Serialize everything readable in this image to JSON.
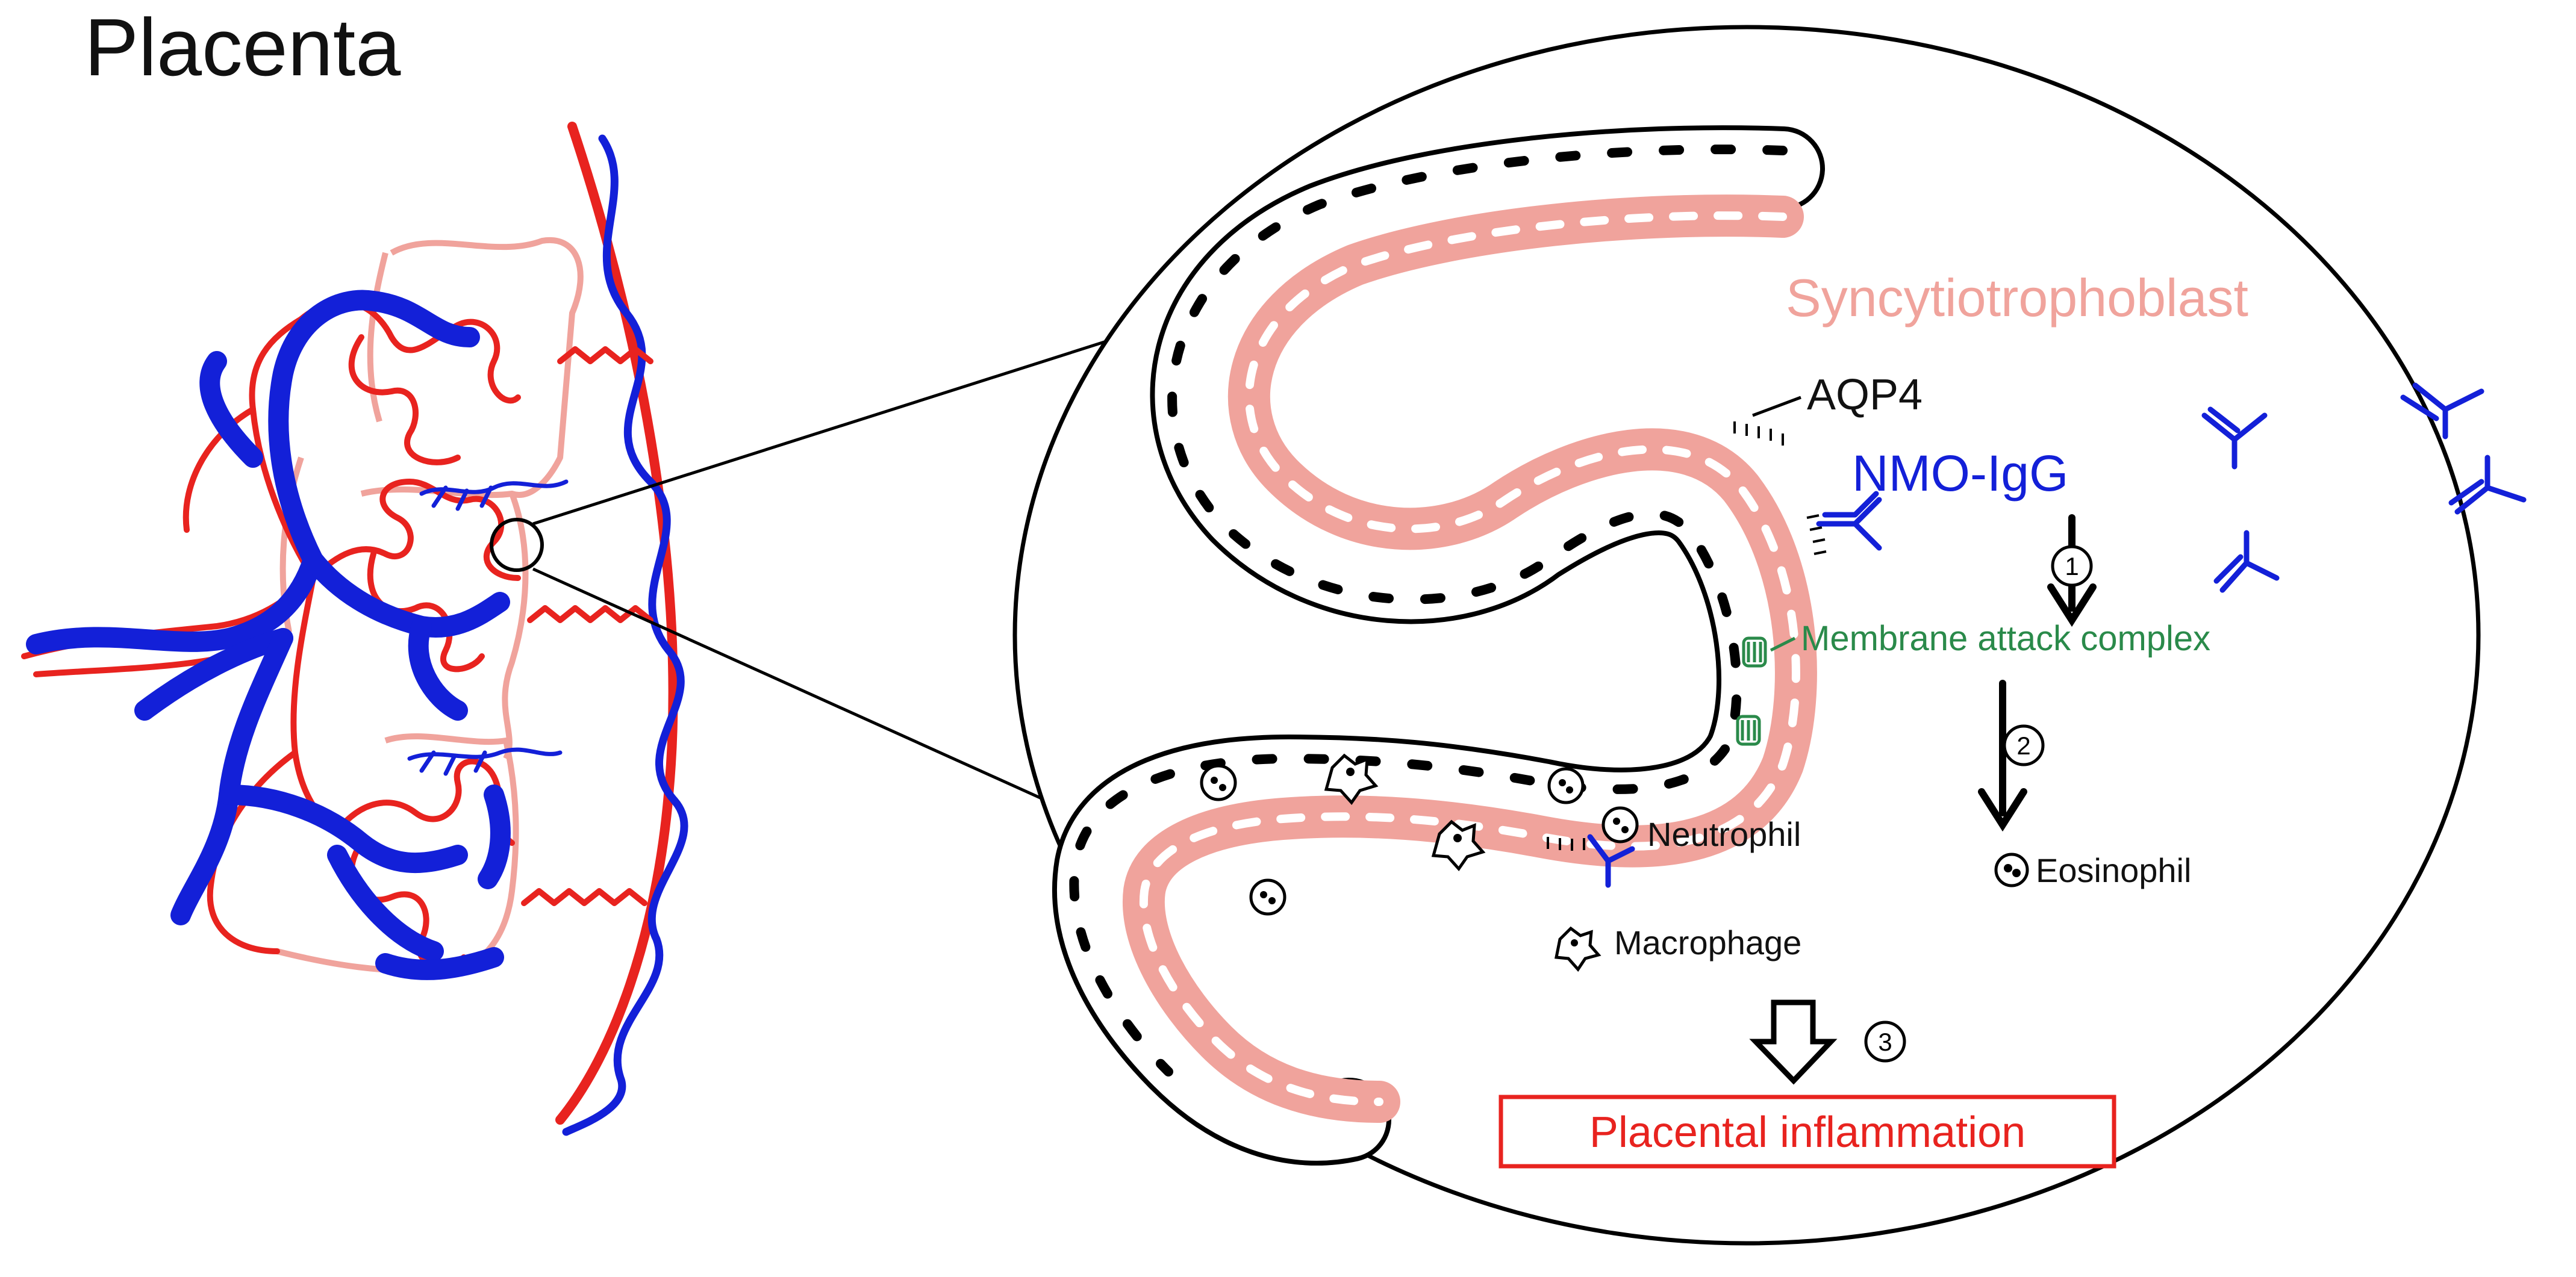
{
  "title": "Placenta",
  "labels": {
    "syncytiotrophoblast": "Syncytiotrophoblast",
    "aqp4": "AQP4",
    "nmo_igg": "NMO-IgG",
    "mac": "Membrane attack complex",
    "neutrophil": "Neutrophil",
    "eosinophil": "Eosinophil",
    "macrophage": "Macrophage",
    "inflammation": "Placental inflammation"
  },
  "steps": [
    "1",
    "2",
    "3"
  ],
  "colors": {
    "maternal_red": "#e8231f",
    "fetal_blue": "#1320d8",
    "syncytio_pink": "#f0a39c",
    "mac_green": "#2a8a4a",
    "outline": "#000000"
  }
}
